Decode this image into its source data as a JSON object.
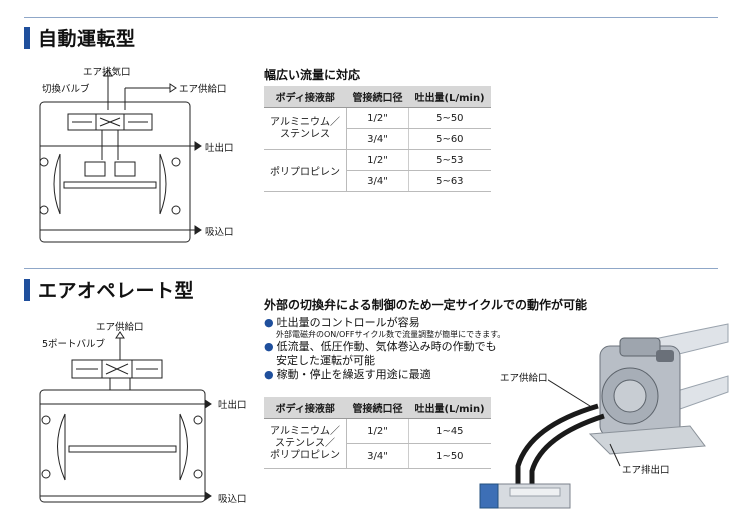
{
  "auto": {
    "title": "自動運転型",
    "diagram": {
      "air_exhaust": "エア排気口",
      "switch_valve": "切換バルブ",
      "air_supply": "エア供給口",
      "discharge": "吐出口",
      "suction": "吸込口"
    },
    "subhead": "幅広い流量に対応",
    "table": {
      "headers": [
        "ボディ接液部",
        "管接続口径",
        "吐出量(L/min)"
      ],
      "groups": [
        {
          "body_line1": "アルミニウム／",
          "body_line2": "ステンレス",
          "rows": [
            {
              "size": "1/2\"",
              "flow": "5~50"
            },
            {
              "size": "3/4\"",
              "flow": "5~60"
            }
          ]
        },
        {
          "body_line1": "ポリプロピレン",
          "body_line2": "",
          "rows": [
            {
              "size": "1/2\"",
              "flow": "5~53"
            },
            {
              "size": "3/4\"",
              "flow": "5~63"
            }
          ]
        }
      ]
    }
  },
  "air": {
    "title": "エアオペレート型",
    "diagram": {
      "air_supply": "エア供給口",
      "port_valve": "5ポートバルブ",
      "discharge": "吐出口",
      "suction": "吸込口"
    },
    "subhead": "外部の切換弁による制御のため一定サイクルでの動作が可能",
    "bullets": {
      "b1": "吐出量のコントロールが容易",
      "b1_note": "外部電磁弁のON/OFFサイクル数で流量調整が簡単にできます。",
      "b2_line1": "低流量、低圧作動、気体巻込み時の作動でも",
      "b2_line2": "安定した運転が可能",
      "b3": "稼動・停止を繰返す用途に最適"
    },
    "table": {
      "headers": [
        "ボディ接液部",
        "管接続口径",
        "吐出量(L/min)"
      ],
      "body_line1": "アルミニウム／",
      "body_line2": "ステンレス／",
      "body_line3": "ポリプロピレン",
      "rows": [
        {
          "size": "1/2\"",
          "flow": "1~45"
        },
        {
          "size": "3/4\"",
          "flow": "1~50"
        }
      ]
    },
    "photo": {
      "air_supply": "エア供給口",
      "air_exhaust": "エア排出口"
    }
  },
  "colors": {
    "accent": "#1f4f9c",
    "table_header": "#d7d7d7"
  }
}
